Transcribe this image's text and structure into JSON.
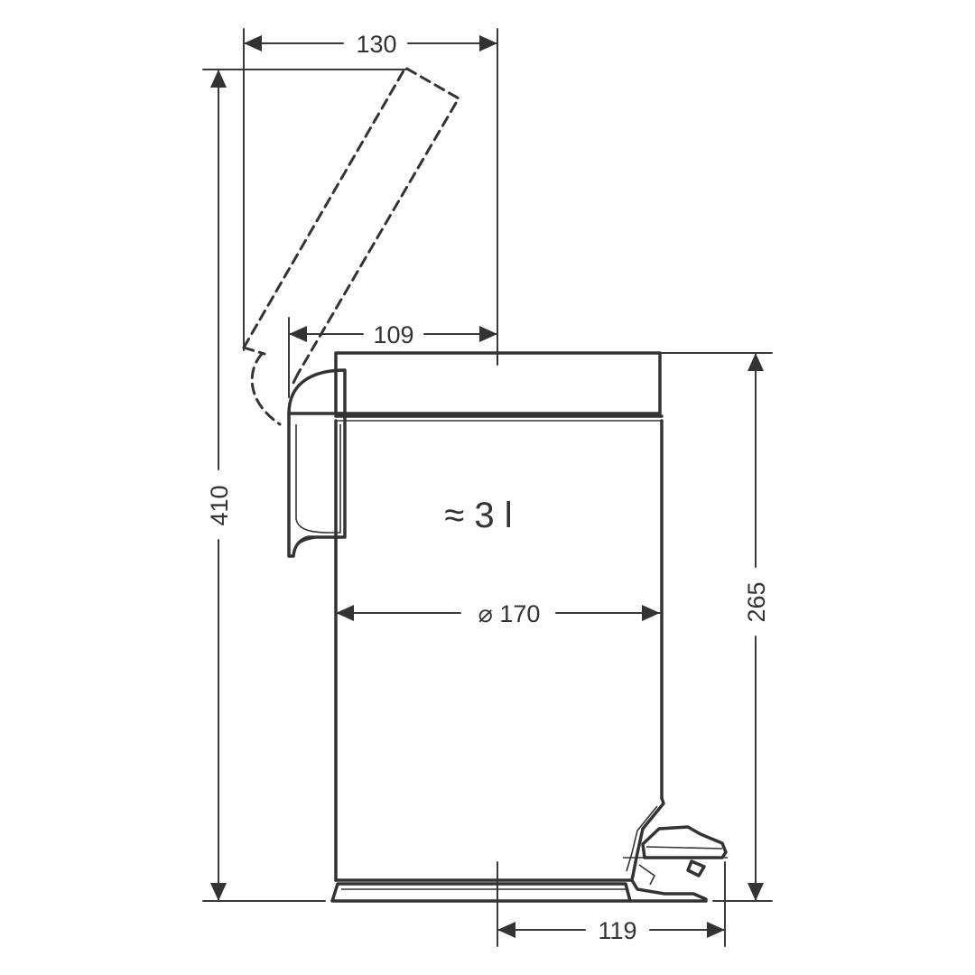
{
  "dimensions": {
    "lid_open_reach": "130",
    "lid_hinge_offset": "109",
    "total_height_open": "410",
    "body_height": "265",
    "diameter": "⌀ 170",
    "pedal_depth": "119"
  },
  "capacity": "≈ 3 l"
}
